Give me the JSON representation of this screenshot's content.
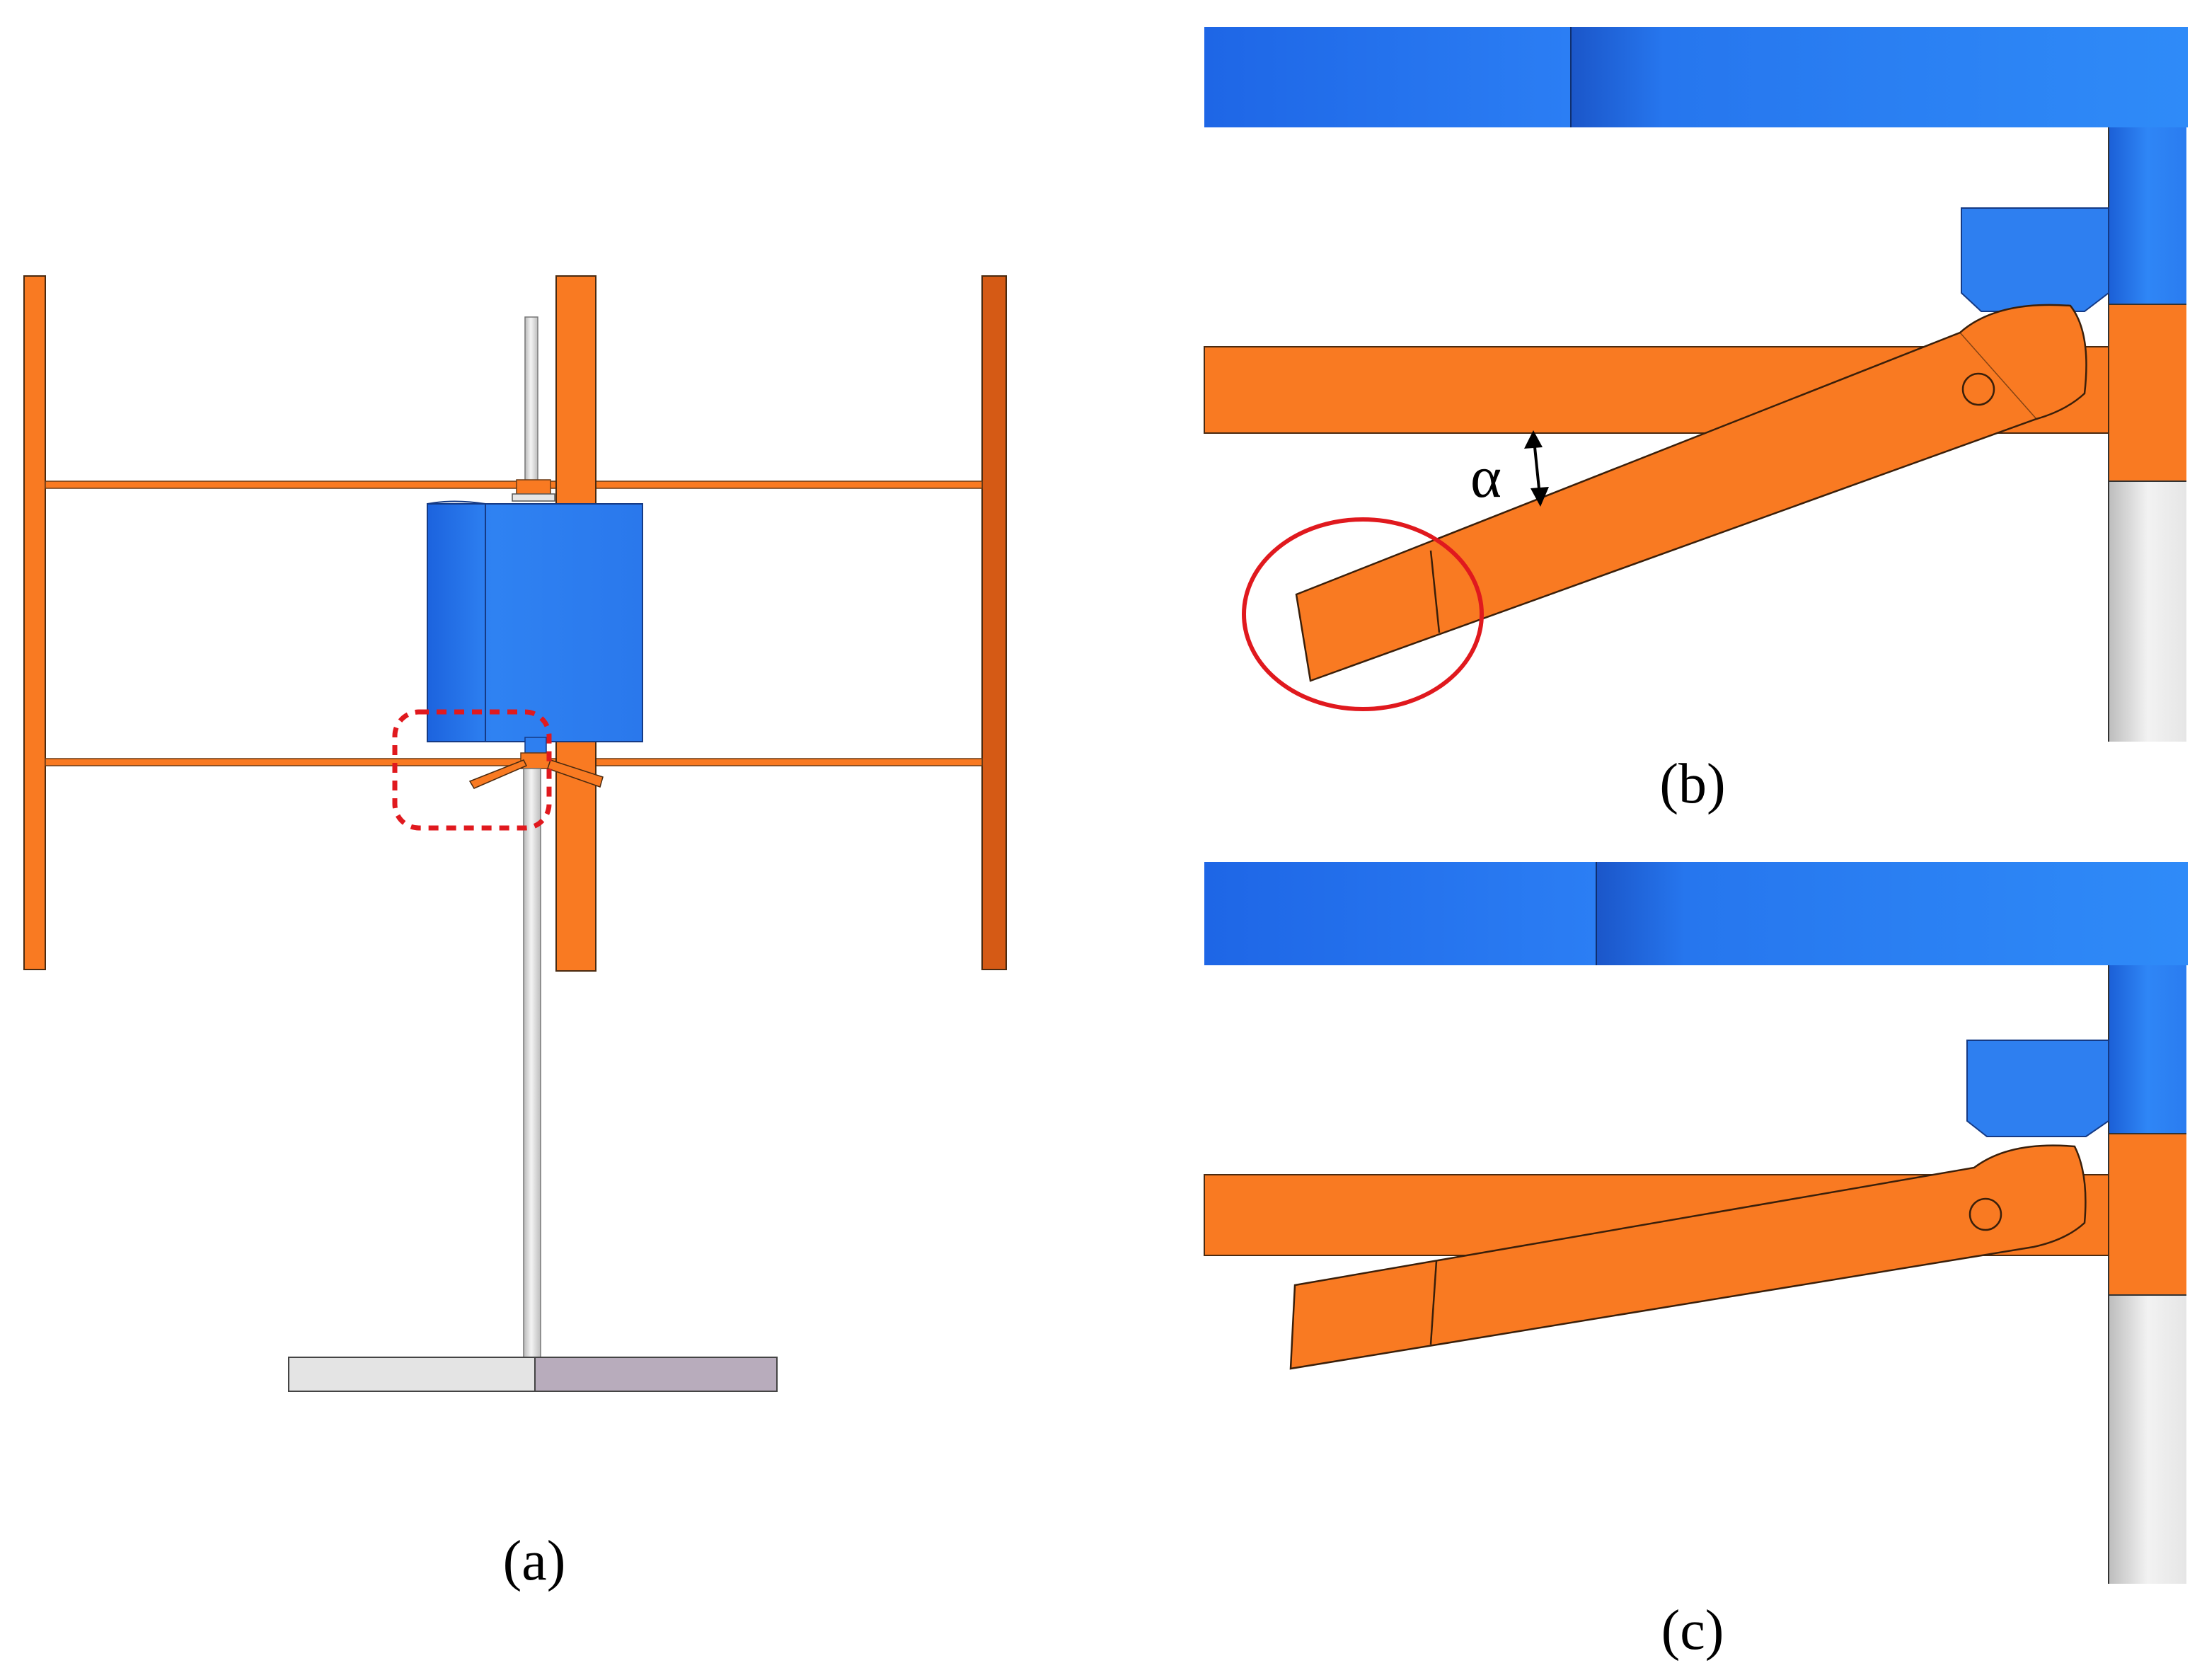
{
  "figure": {
    "labels": {
      "a": "(a)",
      "b": "(b)",
      "c": "(c)"
    },
    "angle_symbol": "α",
    "colors": {
      "blade_orange": "#f97a22",
      "blade_orange_dark": "#d55a15",
      "rotor_blue": "#2e7ff0",
      "rotor_blue_dark": "#1a5fd8",
      "shaft_gray": "#d8d8d8",
      "base_light": "#e4e4e4",
      "base_purple": "#b8acbc",
      "highlight_red": "#e0191e"
    }
  }
}
